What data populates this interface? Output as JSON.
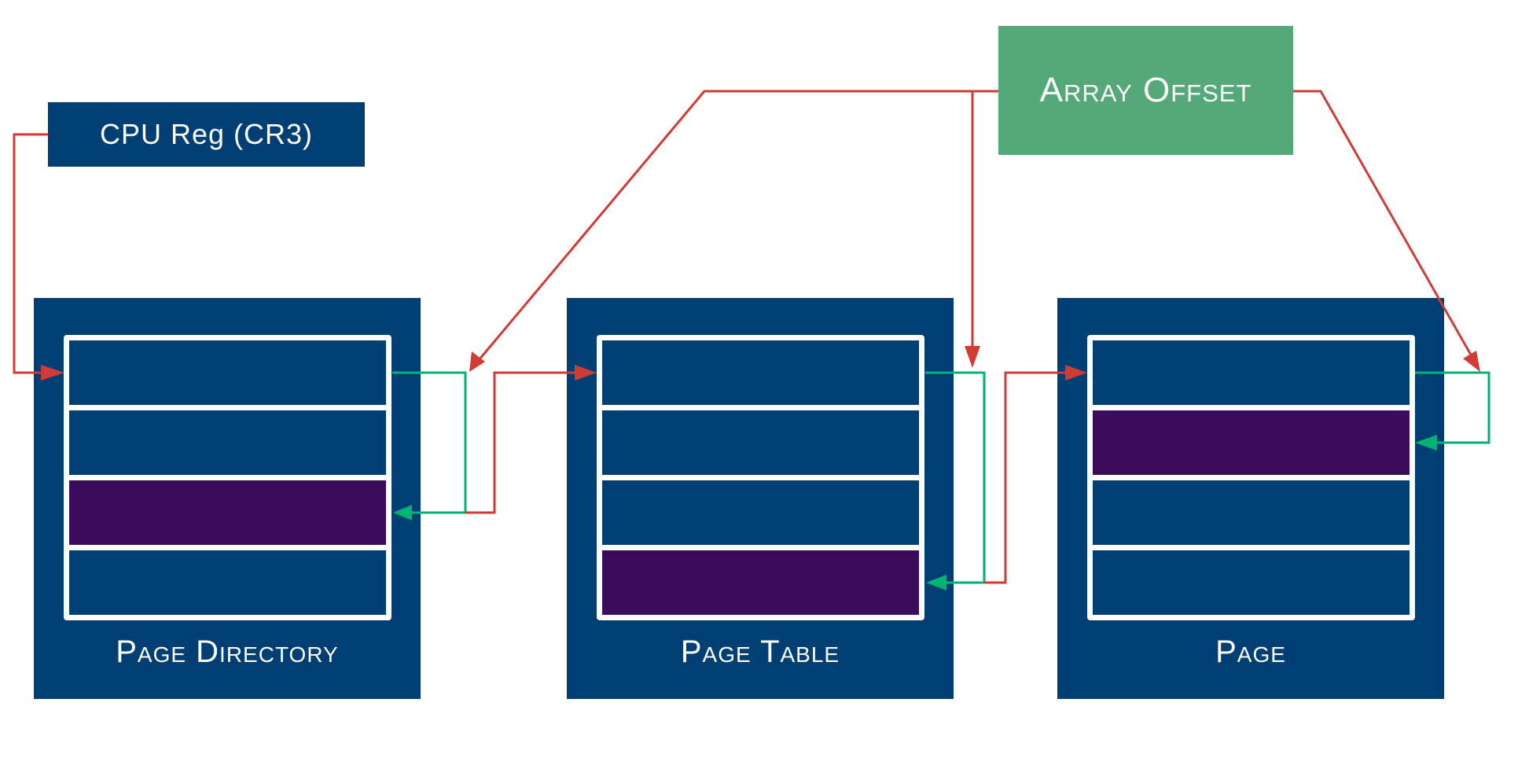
{
  "cpu_register": {
    "label": "CPU Reg (CR3)"
  },
  "array_offset": {
    "label": "Array Offset"
  },
  "blocks": [
    {
      "id": "pd",
      "label": "Page Directory",
      "rows": 4,
      "highlight_row": 3
    },
    {
      "id": "pt",
      "label": "Page Table",
      "rows": 4,
      "highlight_row": 4
    },
    {
      "id": "pg",
      "label": "Page",
      "rows": 4,
      "highlight_row": 2
    }
  ],
  "colors": {
    "block": "#003f73",
    "highlight": "#3b0b5c",
    "offset_box": "#55a877",
    "pointer_arrow": "#d13b36",
    "offset_arrow": "#00b274"
  }
}
